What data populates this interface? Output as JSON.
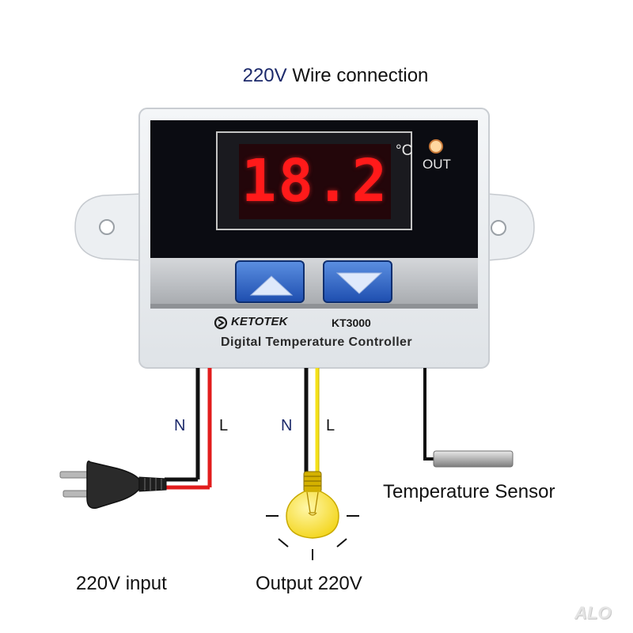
{
  "title": {
    "prefix": "220V",
    "suffix": "Wire connection"
  },
  "device": {
    "display_value": "18.2",
    "unit": "°C",
    "out_label": "OUT",
    "brand": "KETOTEK",
    "model": "KT3000",
    "caption": "Digital Temperature Controller",
    "buttons": [
      {
        "name": "up-button",
        "icon": "triangle-up-icon"
      },
      {
        "name": "down-button",
        "icon": "triangle-down-icon"
      }
    ]
  },
  "labels": {
    "input_n": "N",
    "input_l": "L",
    "output_n": "N",
    "output_l": "L",
    "input": "220V input",
    "output": "Output 220V",
    "sensor": "Temperature Sensor"
  },
  "watermark": "ALO",
  "colors": {
    "neutral_wire": "#111111",
    "live_wire_input": "#e21c1c",
    "live_wire_output": "#f5e21a",
    "led_digits": "#ff1a1a",
    "button": "#2a5dc4",
    "bulb": "#fbe843"
  }
}
